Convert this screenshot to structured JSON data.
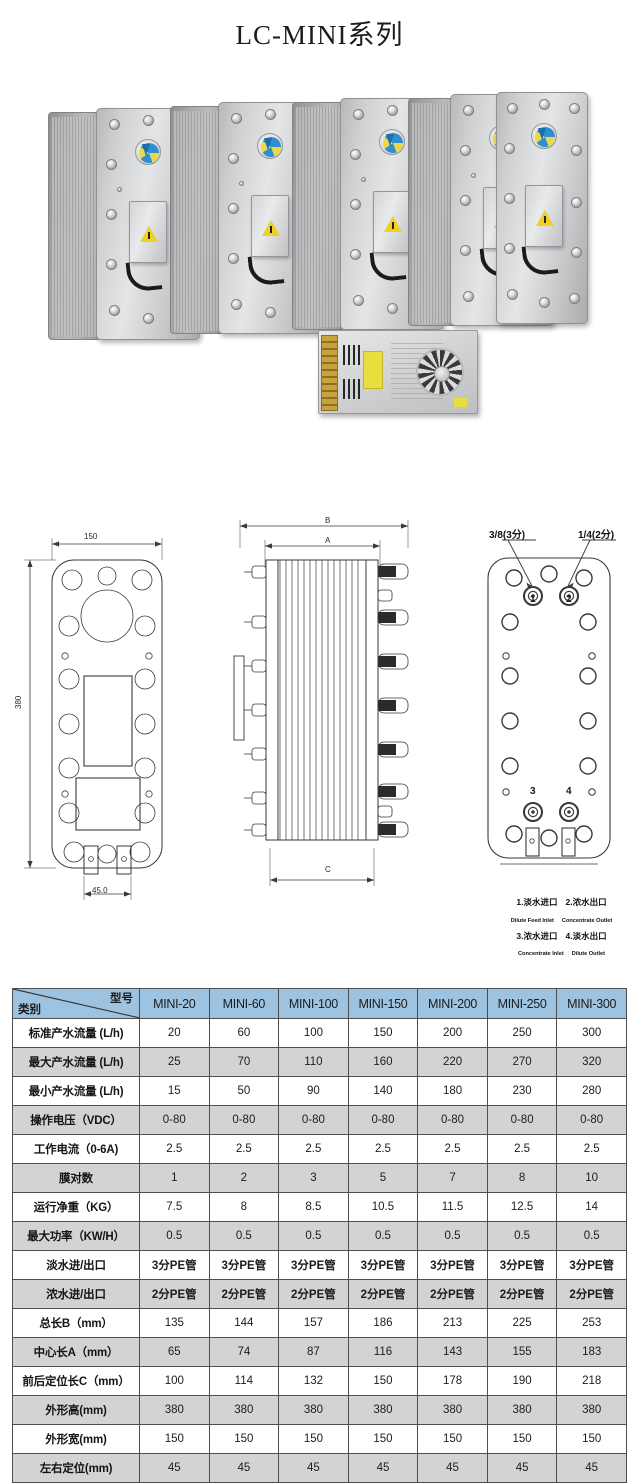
{
  "title": "LC-MINI系列",
  "photo": {
    "alt_name": "edi-module-stack-photo",
    "module_count": 5,
    "psu_name": "switching-power-supply"
  },
  "drawings": {
    "front_view": {
      "name": "front-view-drawing",
      "width_dim": "150",
      "height_dim": "380",
      "bottom_dim": "45.0"
    },
    "top_view": {
      "name": "top-view-drawing",
      "outer_dim": "B",
      "inner_dim": "A",
      "bottom_dim": "C"
    },
    "rear_view": {
      "name": "rear-view-drawing",
      "callout_left": "3/8(3分)",
      "callout_right": "1/4(2分)",
      "ports": [
        "1",
        "2",
        "3",
        "4"
      ],
      "legend": [
        {
          "cn": "1.淡水进口",
          "en": "Dilute Feed Inlet"
        },
        {
          "cn": "2.浓水出口",
          "en": "Concentrate Outlet"
        },
        {
          "cn": "3.浓水进口",
          "en": "Concentrate Inlet"
        },
        {
          "cn": "4.淡水出口",
          "en": "Dilute Outlet"
        }
      ]
    }
  },
  "spec_table": {
    "corner": {
      "category": "类别",
      "model": "型号"
    },
    "columns": [
      "MINI-20",
      "MINI-60",
      "MINI-100",
      "MINI-150",
      "MINI-200",
      "MINI-250",
      "MINI-300"
    ],
    "header_bg": "#9dc3e0",
    "shade_bg": "#d3d3d3",
    "rows": [
      {
        "label": "标准产水流量 (L/h)",
        "values": [
          "20",
          "60",
          "100",
          "150",
          "200",
          "250",
          "300"
        ],
        "shaded": false
      },
      {
        "label": "最大产水流量 (L/h)",
        "values": [
          "25",
          "70",
          "110",
          "160",
          "220",
          "270",
          "320"
        ],
        "shaded": true
      },
      {
        "label": "最小产水流量 (L/h)",
        "values": [
          "15",
          "50",
          "90",
          "140",
          "180",
          "230",
          "280"
        ],
        "shaded": false
      },
      {
        "label": "操作电压（VDC）",
        "values": [
          "0-80",
          "0-80",
          "0-80",
          "0-80",
          "0-80",
          "0-80",
          "0-80"
        ],
        "shaded": true
      },
      {
        "label": "工作电流（0-6A)",
        "values": [
          "2.5",
          "2.5",
          "2.5",
          "2.5",
          "2.5",
          "2.5",
          "2.5"
        ],
        "shaded": false
      },
      {
        "label": "膜对数",
        "values": [
          "1",
          "2",
          "3",
          "5",
          "7",
          "8",
          "10"
        ],
        "shaded": true
      },
      {
        "label": "运行净重（KG）",
        "values": [
          "7.5",
          "8",
          "8.5",
          "10.5",
          "11.5",
          "12.5",
          "14"
        ],
        "shaded": false
      },
      {
        "label": "最大功率（KW/H）",
        "values": [
          "0.5",
          "0.5",
          "0.5",
          "0.5",
          "0.5",
          "0.5",
          "0.5"
        ],
        "shaded": true
      },
      {
        "label": "淡水进/出口",
        "values": [
          "3分PE管",
          "3分PE管",
          "3分PE管",
          "3分PE管",
          "3分PE管",
          "3分PE管",
          "3分PE管"
        ],
        "shaded": false,
        "pe": true
      },
      {
        "label": "浓水进/出口",
        "values": [
          "2分PE管",
          "2分PE管",
          "2分PE管",
          "2分PE管",
          "2分PE管",
          "2分PE管",
          "2分PE管"
        ],
        "shaded": true,
        "pe": true
      },
      {
        "label": "总长B（mm）",
        "values": [
          "135",
          "144",
          "157",
          "186",
          "213",
          "225",
          "253"
        ],
        "shaded": false
      },
      {
        "label": "中心长A（mm）",
        "values": [
          "65",
          "74",
          "87",
          "116",
          "143",
          "155",
          "183"
        ],
        "shaded": true
      },
      {
        "label": "前后定位长C（mm）",
        "values": [
          "100",
          "114",
          "132",
          "150",
          "178",
          "190",
          "218"
        ],
        "shaded": false
      },
      {
        "label": "外形高(mm)",
        "values": [
          "380",
          "380",
          "380",
          "380",
          "380",
          "380",
          "380"
        ],
        "shaded": true
      },
      {
        "label": "外形宽(mm)",
        "values": [
          "150",
          "150",
          "150",
          "150",
          "150",
          "150",
          "150"
        ],
        "shaded": false
      },
      {
        "label": "左右定位(mm)",
        "values": [
          "45",
          "45",
          "45",
          "45",
          "45",
          "45",
          "45"
        ],
        "shaded": true
      }
    ]
  }
}
